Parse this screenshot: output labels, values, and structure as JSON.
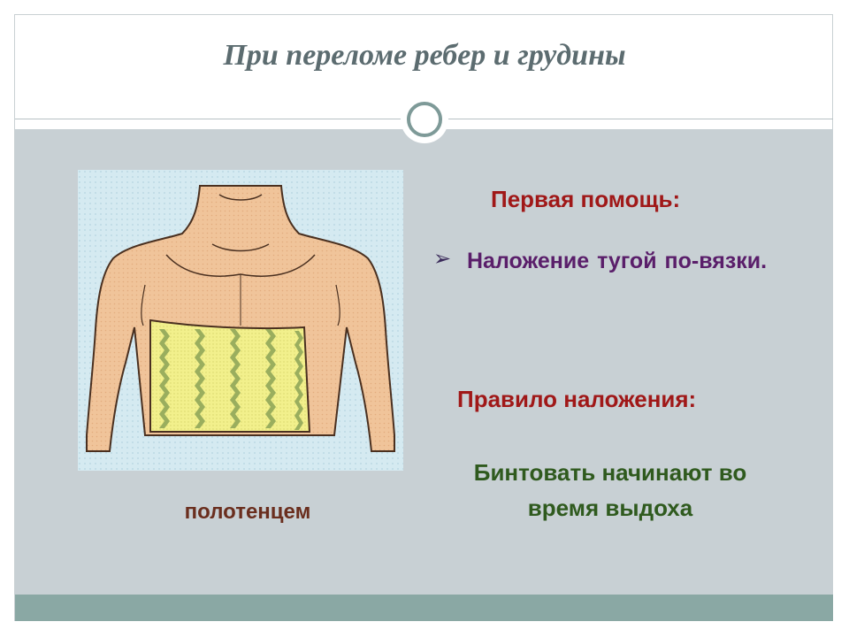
{
  "slide": {
    "title": "При переломе ребер и грудины",
    "first_aid_heading": "Первая помощь:",
    "bullet_icon": "arrow-bullet-icon",
    "bullet_text": "Наложение тугой   по-вязки.",
    "rule_heading": "Правило наложения:",
    "rule_text": "Бинтовать начинают во время выдоха",
    "image_caption": "полотенцем",
    "illustration": "torso-bandaged-with-towel-illustration"
  },
  "colors": {
    "title": "#5c6c70",
    "content_bg": "#c8d0d4",
    "footer_band": "#8aa8a4",
    "heading_red": "#a01818",
    "bullet_purple": "#5a1e6a",
    "rule_green": "#2f5a1e",
    "caption_brown": "#6a2e1e",
    "skin": "#f0c49a",
    "towel_yellow": "#f0f08a",
    "towel_stripe": "#9aae5e",
    "illustration_bg": "#cfe6ee"
  }
}
